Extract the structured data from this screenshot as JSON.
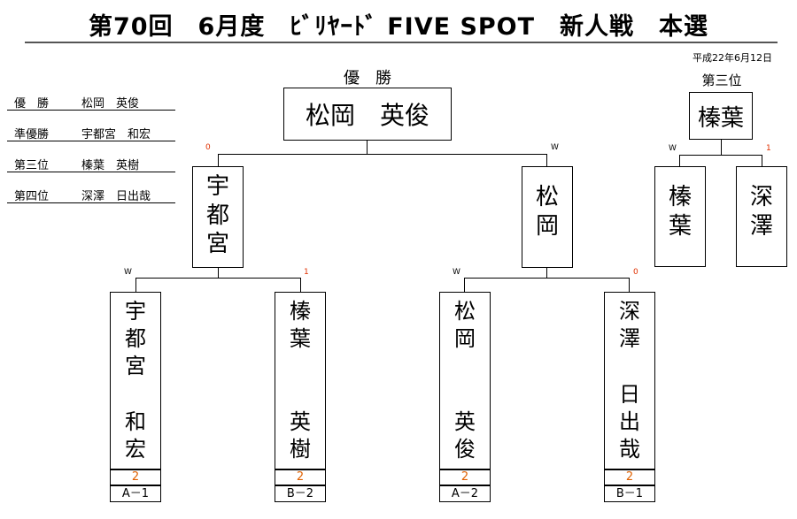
{
  "header": {
    "title": "第70回　6月度　ﾋﾞﾘﾔｰﾄﾞ FIVE SPOT　新人戦　本選",
    "date": "平成22年6月12日"
  },
  "summary": [
    {
      "rank": "優　勝",
      "name": "松岡　英俊"
    },
    {
      "rank": "準優勝",
      "name": "宇都宮　和宏"
    },
    {
      "rank": "第三位",
      "name": "榛葉　英樹"
    },
    {
      "rank": "第四位",
      "name": "深澤　日出哉"
    }
  ],
  "final": {
    "label": "優　勝",
    "champion": "松岡　英俊",
    "left": {
      "name": "宇\n都\n宮",
      "result": "0"
    },
    "right": {
      "name": "松\n岡",
      "result": "W"
    }
  },
  "third_place": {
    "label": "第三位",
    "winner": "榛葉",
    "left": {
      "name": "榛\n葉",
      "result": "W"
    },
    "right": {
      "name": "深\n澤",
      "result": "1"
    }
  },
  "semis": [
    {
      "name": "宇\n都\n宮\n\n和\n宏",
      "result": "W",
      "score": "2",
      "code": "A－1"
    },
    {
      "name": "榛\n葉\n\n\n英\n樹",
      "result": "1",
      "score": "2",
      "code": "B－2"
    },
    {
      "name": "松\n岡\n\n\n英\n俊",
      "result": "W",
      "score": "2",
      "code": "A－2"
    },
    {
      "name": "深\n澤\n\n日\n出\n哉",
      "result": "0",
      "score": "2",
      "code": "B－1"
    }
  ]
}
